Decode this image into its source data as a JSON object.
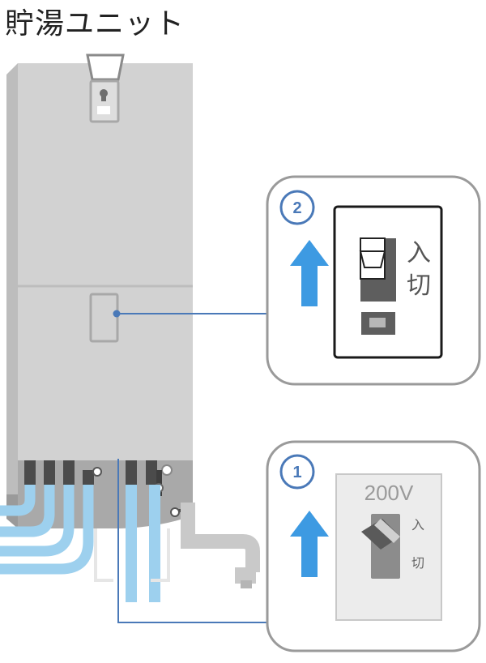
{
  "title": "貯湯ユニット",
  "callouts": [
    {
      "step": "2",
      "switch_on_label": "入",
      "switch_off_label": "切"
    },
    {
      "step": "1",
      "breaker_voltage": "200V",
      "switch_on_label": "入",
      "switch_off_label": "切"
    }
  ],
  "colors": {
    "unit_body": "#d2d2d2",
    "unit_dark": "#a5a5a5",
    "pipe_blue": "#9dd0ee",
    "arrow_blue": "#3d9ae2",
    "leader_line": "#4a79b8",
    "callout_border": "#9a9a9a",
    "step_circle": "#4a79b8"
  }
}
